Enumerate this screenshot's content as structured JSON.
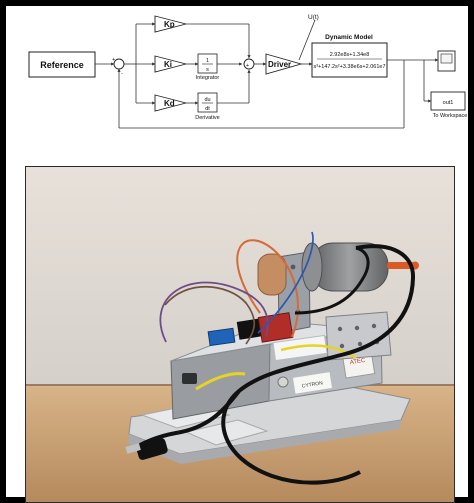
{
  "diagram": {
    "reference_label": "Reference",
    "kp_label": "Kp",
    "ki_label": "Ki",
    "kd_label": "Kd",
    "integrator_num": "1",
    "integrator_den": "s",
    "integrator_label": "Integrator",
    "derivative_num": "du",
    "derivative_den": "dt",
    "derivative_label": "Derivative",
    "driver_label": "Driver",
    "ut_label": "U(t)",
    "plant_title": "Dynamic Model",
    "plant_num": "2.92e8s+1.34e8",
    "plant_den": "s³+147.2s²+3.38e6s+2.061e7",
    "out_label": "out1",
    "workspace_label": "To Workspace"
  },
  "photo": {
    "driver_board_text": "ATEC",
    "plate_text": "CYTRON"
  },
  "colors": {
    "frame": "#000000",
    "line": "#333333",
    "block_fill": "#ffffff",
    "wall": "#ddd8d2",
    "table": "#c9a77d",
    "metal": "#8f9296",
    "motor": "#747476",
    "shaft": "#d85523",
    "cable": "#111111"
  }
}
